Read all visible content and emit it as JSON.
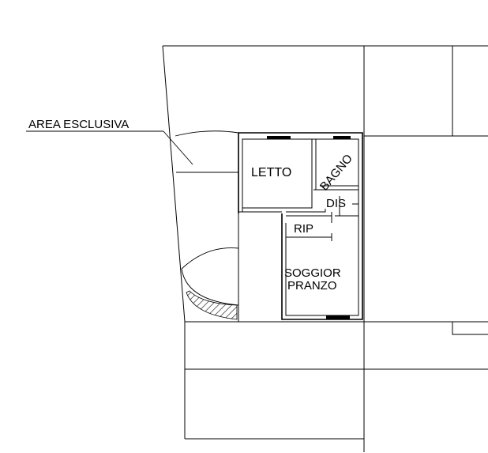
{
  "labels": {
    "area": "AREA ESCLUSIVA",
    "letto": "LETTO",
    "bagno": "BAGNO",
    "dis": "DIS",
    "rip": "RIP",
    "soggiorno_line1": "SOGGIOR",
    "soggiorno_line2": "PRANZO"
  },
  "colors": {
    "ink": "#000000",
    "paper": "#ffffff"
  }
}
